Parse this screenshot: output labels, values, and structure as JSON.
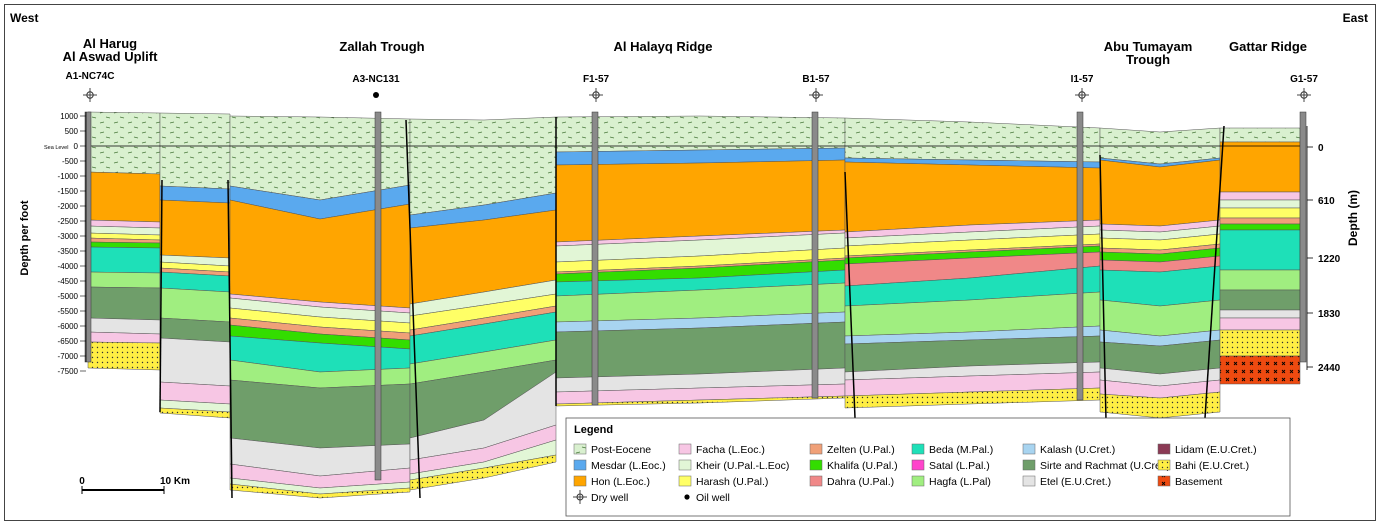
{
  "directions": {
    "west": "West",
    "east": "East"
  },
  "regions": [
    {
      "id": "harug",
      "lines": [
        "Al Harug",
        "Al Aswad Uplift"
      ]
    },
    {
      "id": "zallah",
      "lines": [
        "Zallah Trough"
      ]
    },
    {
      "id": "halayq",
      "lines": [
        "Al Halayq Ridge"
      ]
    },
    {
      "id": "tumayam",
      "lines": [
        "Abu Tumayam",
        "Trough"
      ]
    },
    {
      "id": "gattar",
      "lines": [
        "Gattar Ridge"
      ]
    }
  ],
  "wells": [
    {
      "name": "A1-NC74C",
      "type": "dry"
    },
    {
      "name": "A3-NC131",
      "type": "oil"
    },
    {
      "name": "F1-57",
      "type": "dry"
    },
    {
      "name": "B1-57",
      "type": "dry"
    },
    {
      "name": "I1-57",
      "type": "dry"
    },
    {
      "name": "G1-57",
      "type": "dry"
    }
  ],
  "left_axis": {
    "title": "Depth per foot",
    "sea_level_label": "Sea Level",
    "ticks": [
      "1000",
      "500",
      "0",
      "-500",
      "-1000",
      "-1500",
      "-2000",
      "-2500",
      "-3000",
      "-3500",
      "-4000",
      "-4500",
      "-5000",
      "-5500",
      "-6000",
      "-6500",
      "-7000",
      "-7500"
    ]
  },
  "right_axis": {
    "title": "Depth (m)",
    "ticks": [
      "0",
      "610",
      "1220",
      "1830",
      "2440"
    ]
  },
  "scale_bar": {
    "start": "0",
    "end": "10 Km"
  },
  "legend": {
    "title": "Legend",
    "items": [
      {
        "label": "Post-Eocene",
        "color": "#d9f0cf",
        "pattern": "dash"
      },
      {
        "label": "Mesdar (L.Eoc.)",
        "color": "#5aa9ee"
      },
      {
        "label": "Hon (L.Eoc.)",
        "color": "#ffa500"
      },
      {
        "label": "Facha (L.Eoc.)",
        "color": "#f7c6e4"
      },
      {
        "label": "Kheir (U.Pal.-L.Eoc)",
        "color": "#e2f6d6"
      },
      {
        "label": "Harash (U.Pal.)",
        "color": "#ffff66"
      },
      {
        "label": "Zelten (U.Pal.)",
        "color": "#f0a078"
      },
      {
        "label": "Khalifa (U.Pal.)",
        "color": "#33dd00"
      },
      {
        "label": "Dahra (U.Pal.)",
        "color": "#f08888"
      },
      {
        "label": "Beda (M.Pal.)",
        "color": "#1ee0b8"
      },
      {
        "label": "Satal (L.Pal.)",
        "color": "#ff44cc"
      },
      {
        "label": "Hagfa (L.Pal)",
        "color": "#a0ee80"
      },
      {
        "label": "Kalash (U.Cret.)",
        "color": "#a8d4f0"
      },
      {
        "label": "Sirte and Rachmat (U.Cret.)",
        "color": "#6f9e6a"
      },
      {
        "label": "Etel (E.U.Cret.)",
        "color": "#e4e4e4"
      },
      {
        "label": "Lidam (E.U.Cret.)",
        "color": "#8b3a55"
      },
      {
        "label": "Bahi (E.U.Cret.)",
        "color": "#ffee44",
        "pattern": "dots"
      },
      {
        "label": "Basement",
        "color": "#ee4a10",
        "pattern": "crosses"
      }
    ],
    "symbols": [
      {
        "label": "Dry well",
        "icon": "dry-well-icon"
      },
      {
        "label": "Oil well",
        "icon": "oil-well-icon"
      }
    ]
  }
}
